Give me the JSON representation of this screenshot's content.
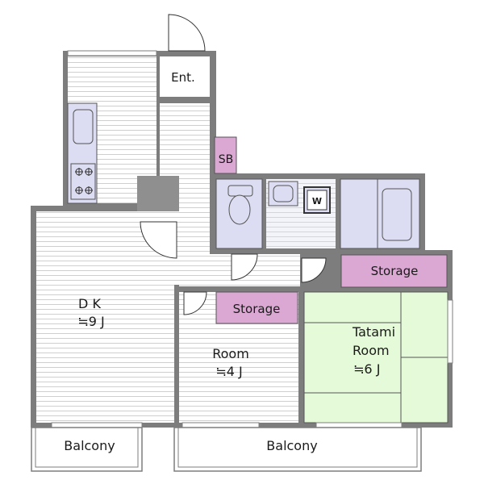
{
  "rooms": {
    "entrance": "Ent.",
    "shoe_box": "SB",
    "washer": "W",
    "storage_1": "Storage",
    "storage_2": "Storage",
    "dk_name": "D K",
    "dk_size": "≒9 J",
    "room_name": "Room",
    "room_size": "≒4 J",
    "tatami_line1": "Tatami",
    "tatami_line2": "Room",
    "tatami_size": "≒6 J",
    "balcony_left": "Balcony",
    "balcony_right": "Balcony"
  },
  "colors": {
    "wall": "#7d7d7d",
    "floor": "#ffffff",
    "floor_line": "#cfcfcf",
    "wet_area": "#dcdcf2",
    "storage": "#dba8d4",
    "tatami": "#e5fad8",
    "pillar": "#8f8f8f"
  }
}
